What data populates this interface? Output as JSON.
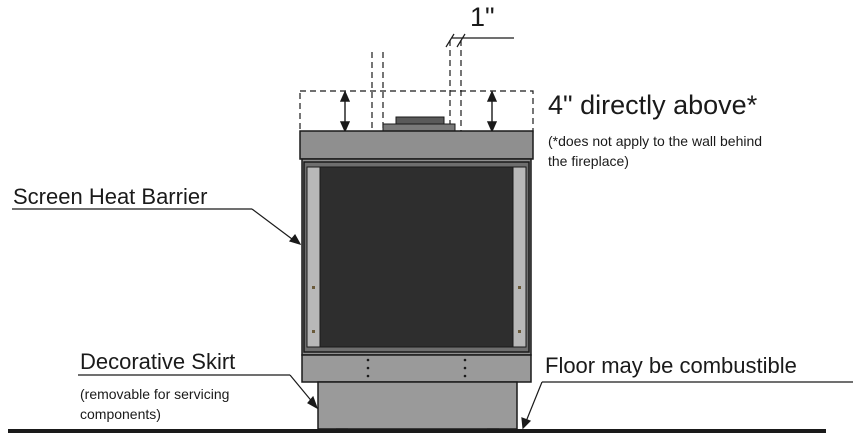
{
  "labels": {
    "dimension_1in": "1\"",
    "clearance_above": "4\" directly above*",
    "clearance_note_line1": "(*does not apply to the wall behind",
    "clearance_note_line2": "the fireplace)",
    "screen_heat_barrier": "Screen Heat Barrier",
    "decorative_skirt": "Decorative Skirt",
    "skirt_note_line1": "(removable for servicing",
    "skirt_note_line2": "components)",
    "floor_note": "Floor may be combustible"
  },
  "colors": {
    "frame": "#8f8f8f",
    "glass": "#2e2e2e",
    "outline": "#1a1a1a",
    "side_panel": "#b8b8b8"
  }
}
